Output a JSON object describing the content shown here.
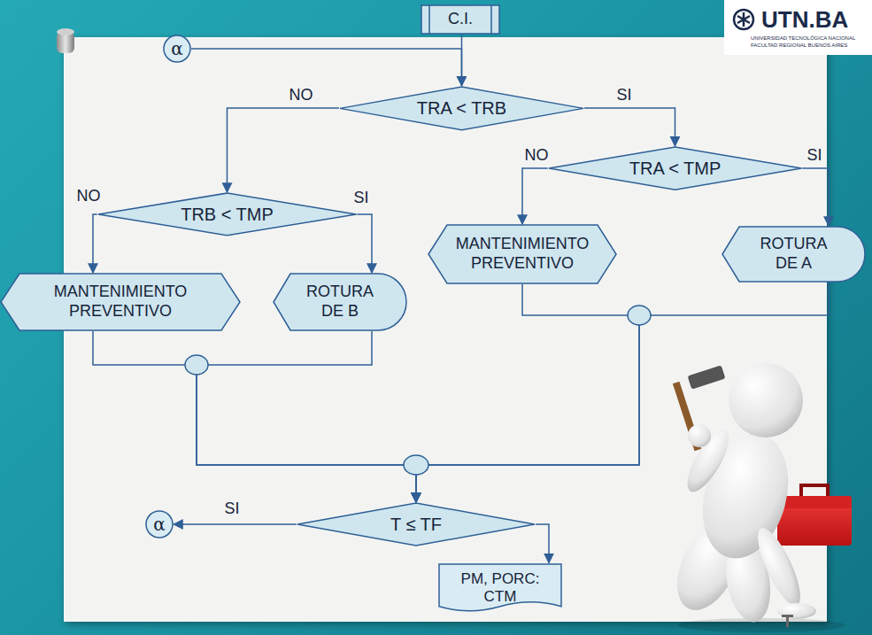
{
  "diagram": {
    "nodes": [
      {
        "text": [
          "C.I."
        ]
      },
      {
        "text": [
          "α"
        ]
      },
      {
        "text": [
          "TRA < TRB"
        ]
      },
      {
        "text": [
          "TRB < TMP"
        ]
      },
      {
        "text": [
          "TRA < TMP"
        ]
      },
      {
        "text": [
          "MANTENIMIENTO PREVENTIVO"
        ]
      },
      {
        "text": [
          "ROTURA DE A"
        ]
      },
      {
        "text": [
          "MANTENIMIENTO PREVENTIVO"
        ]
      },
      {
        "text": [
          "ROTURA DE B"
        ]
      },
      {
        "text": [
          "T ≤ TF"
        ]
      },
      {
        "text": [
          "α"
        ]
      },
      {
        "text": [
          "PM, PORC: CTM"
        ]
      }
    ],
    "edges": [
      {
        "from": 0,
        "to": 2,
        "arrow": "to"
      },
      {
        "from": 1,
        "to": 2,
        "arrow": "to"
      },
      {
        "from": 2,
        "to": 3,
        "label": "NO",
        "arrow": "to"
      },
      {
        "from": 2,
        "to": 4,
        "label": "SI",
        "arrow": "to"
      },
      {
        "from": 4,
        "to": 5,
        "label": "NO",
        "arrow": "to"
      },
      {
        "from": 4,
        "to": 6,
        "label": "SI",
        "arrow": "to"
      },
      {
        "from": 3,
        "to": 7,
        "label": "NO",
        "arrow": "to"
      },
      {
        "from": 3,
        "to": 8,
        "label": "SI",
        "arrow": "to"
      },
      {
        "from": 7,
        "to": 9,
        "arrow": "to"
      },
      {
        "from": 8,
        "to": 9,
        "arrow": "to"
      },
      {
        "from": 5,
        "to": 9,
        "arrow": "to"
      },
      {
        "from": 6,
        "to": 9,
        "arrow": "to"
      },
      {
        "from": 9,
        "to": 10,
        "label": "SI",
        "arrow": "to"
      },
      {
        "from": 9,
        "to": 11,
        "arrow": "to"
      }
    ],
    "labels": [
      "UTN.BA",
      "UNIVERSIDAD TECNOLÓGICA NACIONAL",
      "FACULTAD REGIONAL BUENOS AIRES"
    ]
  }
}
